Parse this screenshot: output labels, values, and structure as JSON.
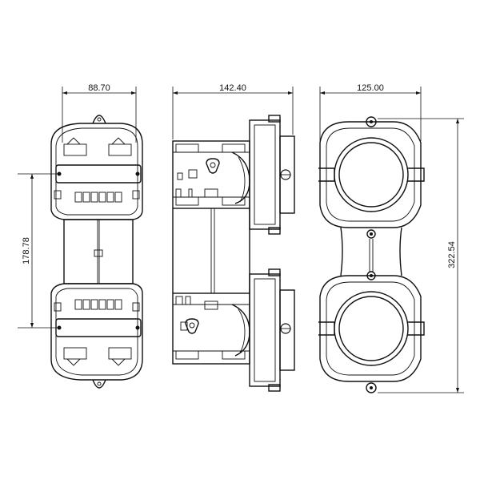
{
  "dimensions": {
    "front_width": "88.70",
    "side_width": "142.40",
    "end_width": "125.00",
    "front_spacing": "178.78",
    "end_height": "322.54"
  },
  "colors": {
    "line": "#111111",
    "background": "#ffffff"
  }
}
